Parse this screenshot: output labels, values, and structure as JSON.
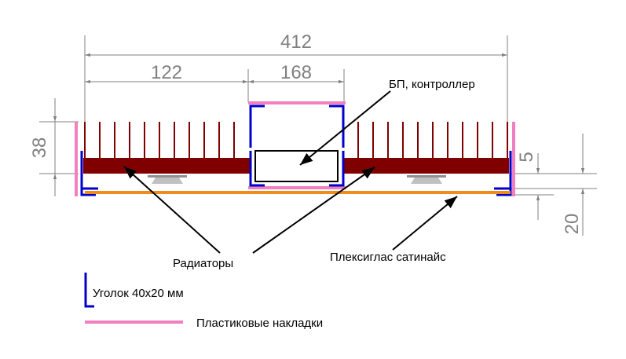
{
  "dimensions": {
    "total_width": "412",
    "radiator_width": "122",
    "center_width": "168",
    "height": "38",
    "base_thickness": "5",
    "gap": "20"
  },
  "labels": {
    "psu": "БП, контроллер",
    "radiators": "Радиаторы",
    "plexiglass": "Плексиглас сатинайс"
  },
  "legend": {
    "angle": "Уголок 40x20 мм",
    "overlays": "Пластиковые накладки"
  },
  "colors": {
    "radiator": "#800000",
    "angle": "#0000cc",
    "overlay": "#f080c0",
    "plexiglass": "#f08c1e",
    "foot": "#c0c0c0",
    "dimension": "#808080"
  }
}
